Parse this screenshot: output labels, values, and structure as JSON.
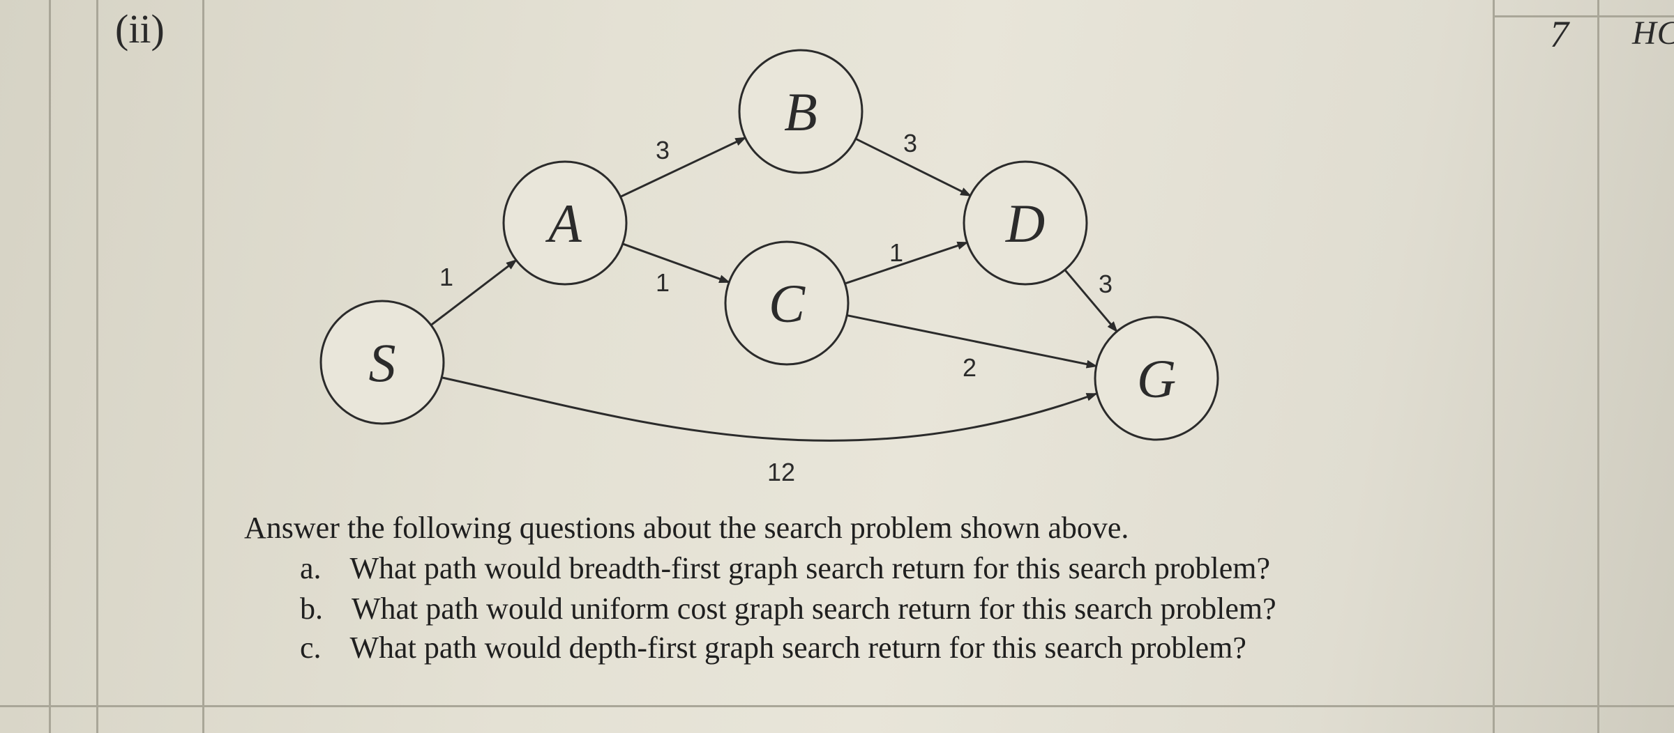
{
  "header": {
    "question_number": "(ii)",
    "marks": "7",
    "column_heading": "HC"
  },
  "graph": {
    "nodes": [
      {
        "id": "S",
        "label": "S"
      },
      {
        "id": "A",
        "label": "A"
      },
      {
        "id": "B",
        "label": "B"
      },
      {
        "id": "C",
        "label": "C"
      },
      {
        "id": "D",
        "label": "D"
      },
      {
        "id": "G",
        "label": "G"
      }
    ],
    "edges": [
      {
        "from": "S",
        "to": "A",
        "weight": "1"
      },
      {
        "from": "A",
        "to": "B",
        "weight": "3"
      },
      {
        "from": "A",
        "to": "C",
        "weight": "1"
      },
      {
        "from": "B",
        "to": "D",
        "weight": "3"
      },
      {
        "from": "C",
        "to": "D",
        "weight": "1"
      },
      {
        "from": "C",
        "to": "G",
        "weight": "2"
      },
      {
        "from": "D",
        "to": "G",
        "weight": "3"
      },
      {
        "from": "S",
        "to": "G",
        "weight": "12"
      }
    ]
  },
  "text": {
    "intro": "Answer the following questions about the search problem shown above.",
    "questions": [
      {
        "letter": "a.",
        "text": "What path would breadth-first graph search return for this search problem?"
      },
      {
        "letter": "b.",
        "text": "What path would uniform cost graph search return for this search problem?"
      },
      {
        "letter": "c.",
        "text": "What path would depth-first graph search return for this search problem?"
      }
    ]
  }
}
